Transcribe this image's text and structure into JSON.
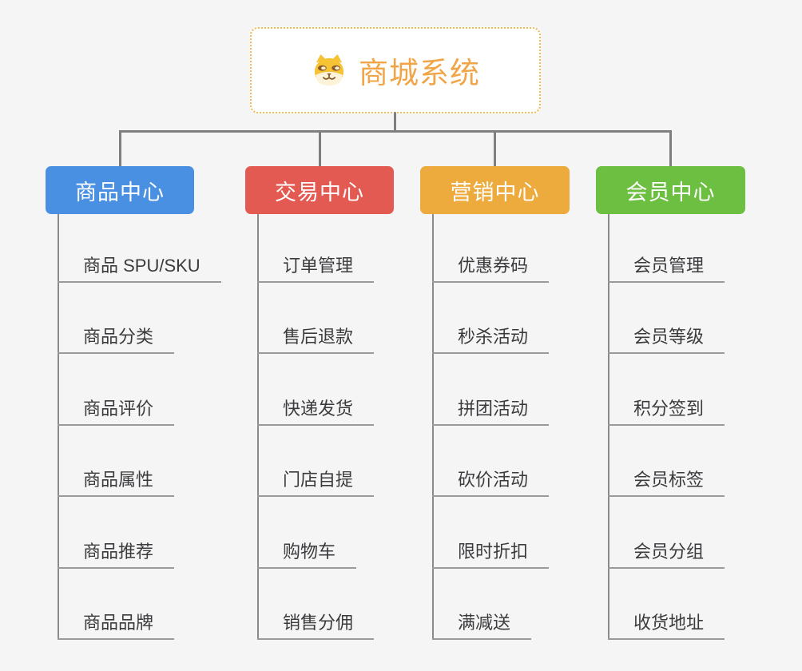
{
  "root": {
    "title": "商城系统",
    "icon": "shiba-dog-icon",
    "title_color": "#f0a648",
    "border_color": "#f2bb55"
  },
  "connector_color": "#7f7f7f",
  "underline_color": "#9a9a9a",
  "background_color": "#f5f5f6",
  "branches": [
    {
      "label": "商品中心",
      "color": "#4a90e2",
      "items": [
        "商品 SPU/SKU",
        "商品分类",
        "商品评价",
        "商品属性",
        "商品推荐",
        "商品品牌"
      ]
    },
    {
      "label": "交易中心",
      "color": "#e35a52",
      "items": [
        "订单管理",
        "售后退款",
        "快递发货",
        "门店自提",
        "购物车",
        "销售分佣"
      ]
    },
    {
      "label": "营销中心",
      "color": "#edaa3d",
      "items": [
        "优惠券码",
        "秒杀活动",
        "拼团活动",
        "砍价活动",
        "限时折扣",
        "满减送"
      ]
    },
    {
      "label": "会员中心",
      "color": "#6dbf41",
      "items": [
        "会员管理",
        "会员等级",
        "积分签到",
        "会员标签",
        "会员分组",
        "收货地址"
      ]
    }
  ]
}
